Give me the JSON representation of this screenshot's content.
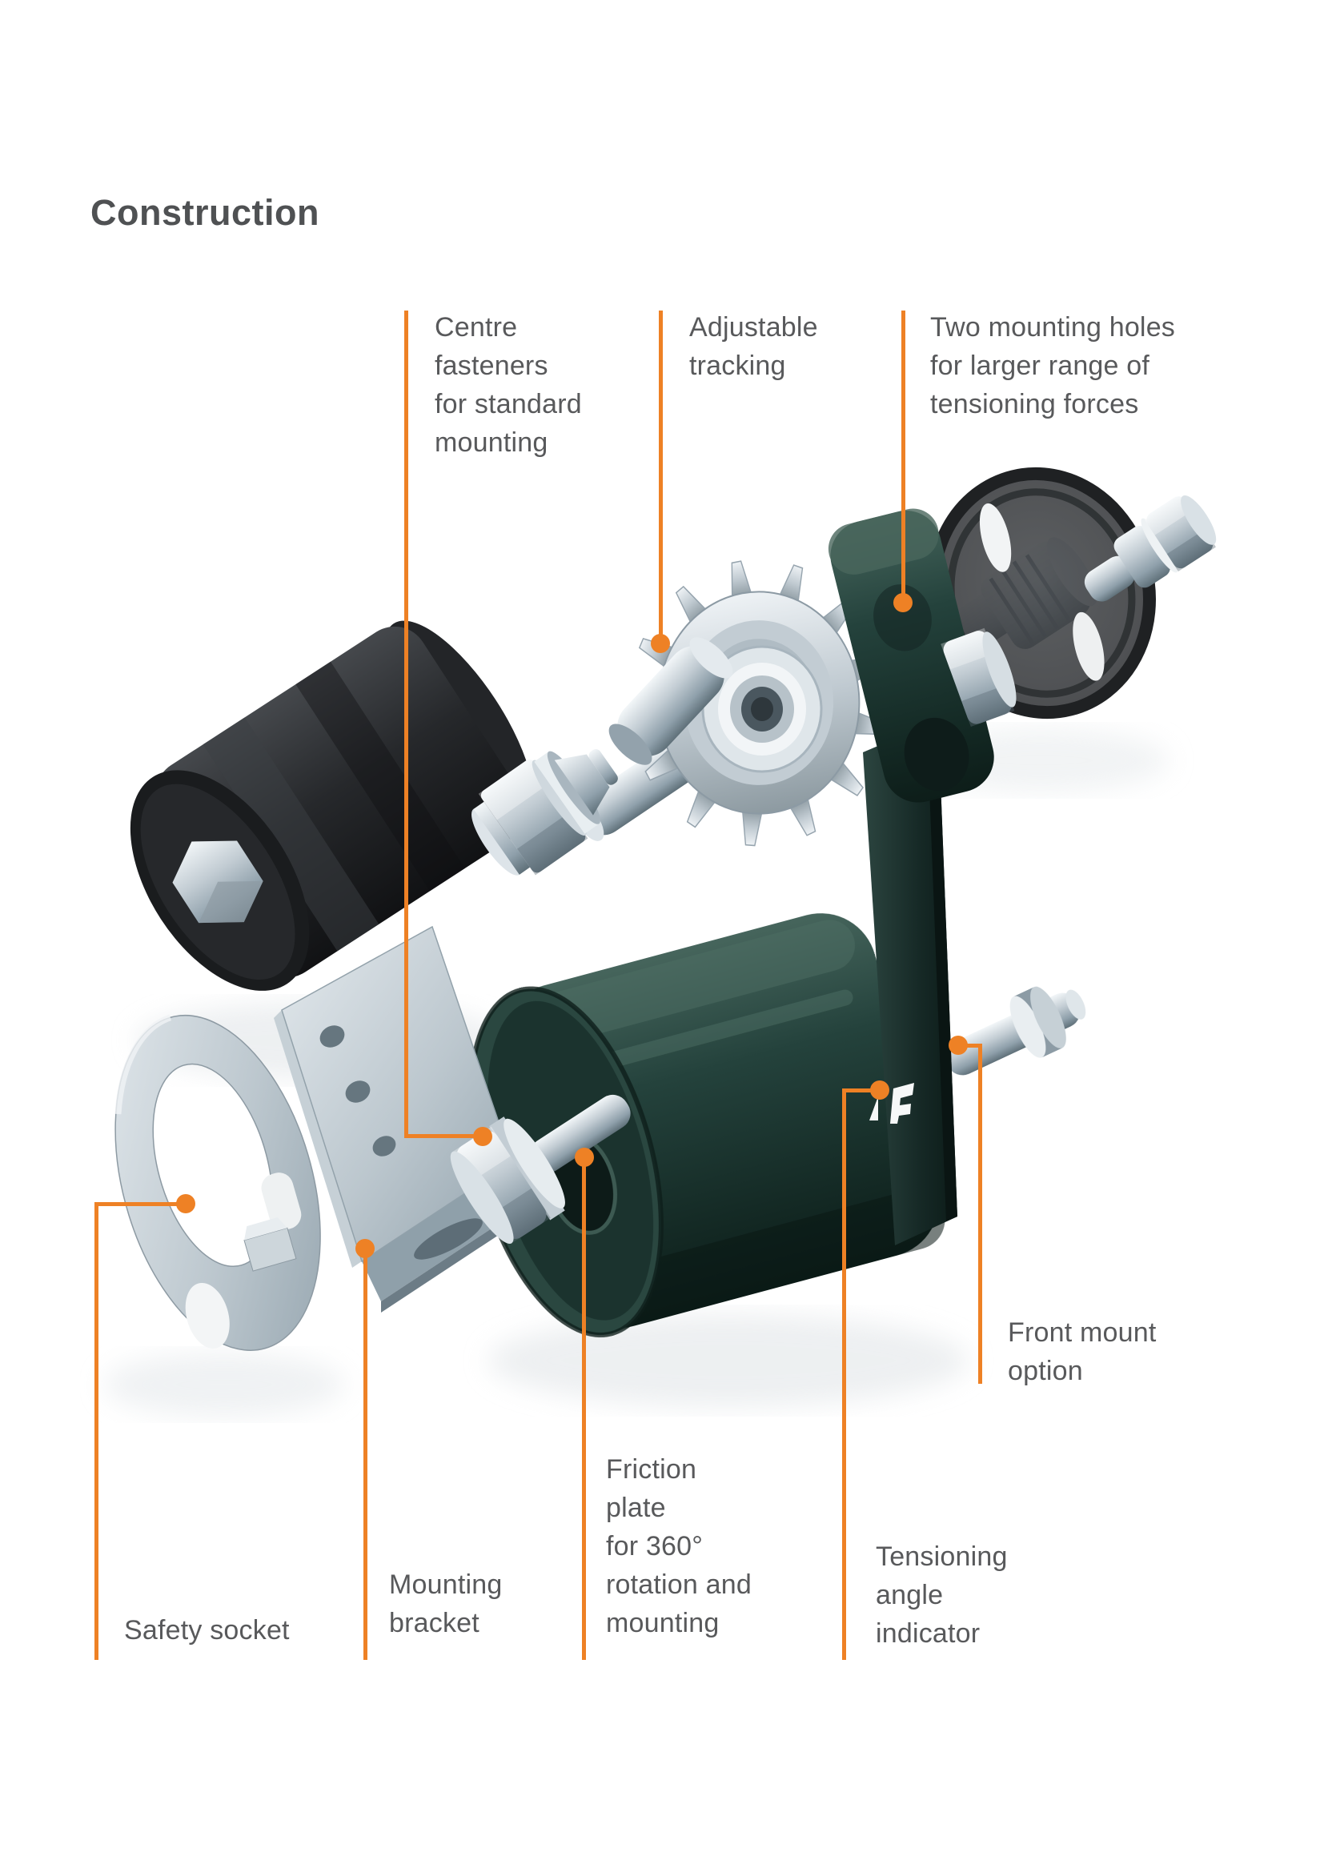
{
  "title": "Construction",
  "labels": {
    "centre_fasteners": "Centre\nfasteners\nfor standard\nmounting",
    "adjustable_tracking": "Adjustable\ntracking",
    "two_mounting_holes": "Two mounting holes\nfor larger range of\ntensioning forces",
    "front_mount": "Front mount\noption",
    "friction_plate": "Friction\nplate\nfor 360°\nrotation and\nmounting",
    "tensioning_indicator": "Tensioning\nangle\nindicator",
    "mounting_bracket": "Mounting\nbracket",
    "safety_socket": "Safety socket"
  },
  "colors": {
    "accent_orange": "#ee8125",
    "label_text": "#58595b",
    "title_text": "#4f5153",
    "body_teal": "#1c3833",
    "steel": "#c2ccd3"
  }
}
